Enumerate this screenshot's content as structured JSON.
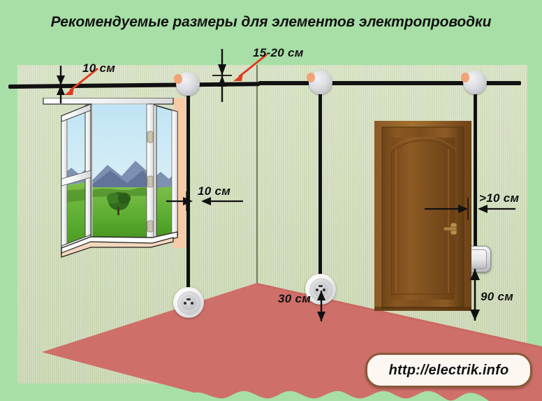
{
  "title": "Рекомендуемые размеры для элементов электропроводки",
  "labels": {
    "ceiling_cable_offset": "10 см",
    "junction_box_offset": "15-20 см",
    "window_offset": "10 см",
    "door_offset": ">10 см",
    "socket_floor_height": "30 см",
    "switch_floor_height": "90 см"
  },
  "watermark": {
    "url": "http://electrik.info"
  },
  "icons": {
    "junction_box": "junction-box-icon",
    "socket": "power-socket-icon",
    "switch": "light-switch-icon",
    "window": "window-icon",
    "door": "door-icon"
  },
  "colors": {
    "background": "#a7dfa6",
    "wall": "#ccd8b5",
    "floor": "#cf6f69",
    "cable": "#111111",
    "arrow_red": "#e03a20",
    "door_wood": "#7a4a20",
    "window_reveal": "#f7cba8",
    "badge_border": "#8a5a3c"
  }
}
